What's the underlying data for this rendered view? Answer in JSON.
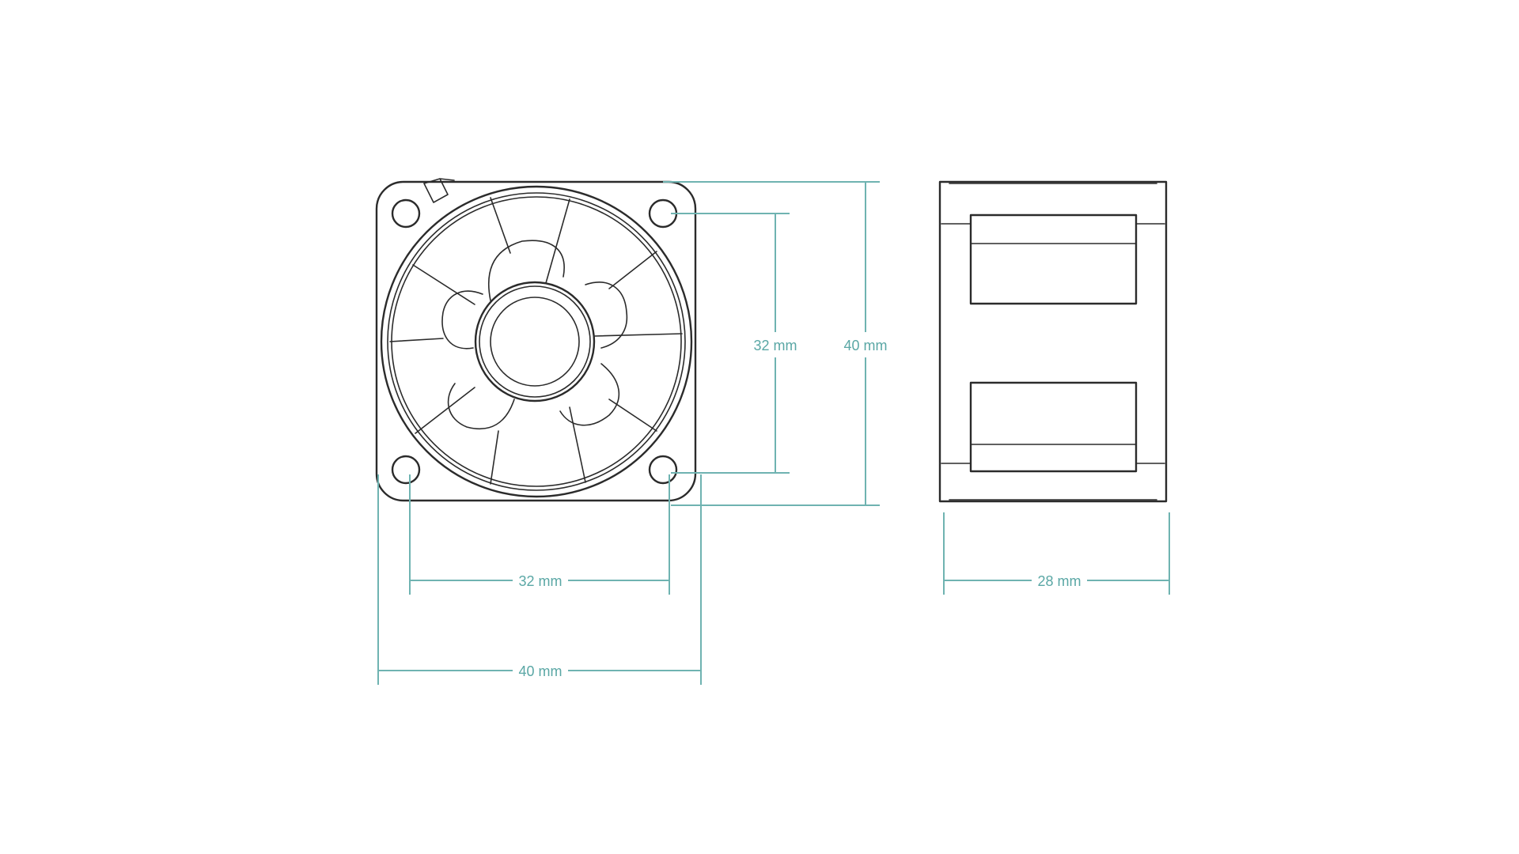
{
  "colors": {
    "line": "#2b2b2b",
    "dimension": "#6fb3b1",
    "dimension_text": "#5aa7a5",
    "background": "#ffffff"
  },
  "dimensions": {
    "front_hole_spacing_vertical": "32 mm",
    "front_height": "40 mm",
    "front_hole_spacing_horizontal": "32 mm",
    "front_width": "40 mm",
    "side_depth": "28 mm"
  }
}
